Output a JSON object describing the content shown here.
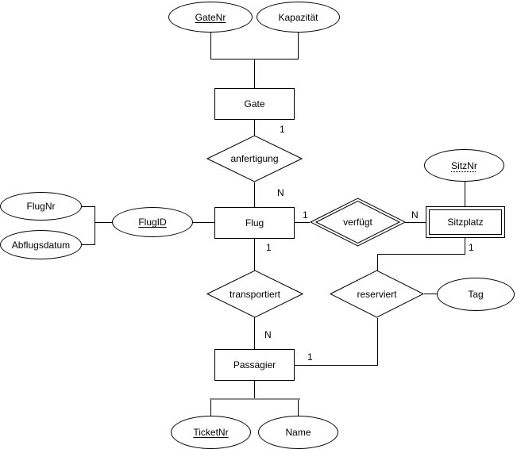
{
  "colors": {
    "stroke": "#000000",
    "background": "#ffffff",
    "gray_connector": "#8f8f8f"
  },
  "entities": {
    "gate": {
      "label": "Gate"
    },
    "flug": {
      "label": "Flug"
    },
    "sitzplatz": {
      "label": "Sitzplatz",
      "weak": true
    },
    "passagier": {
      "label": "Passagier"
    }
  },
  "relationships": {
    "anfertigung": {
      "label": "anfertigung"
    },
    "verfuegt": {
      "label": "verfügt",
      "identifying": true
    },
    "transportiert": {
      "label": "transportiert"
    },
    "reserviert": {
      "label": "reserviert"
    }
  },
  "attributes": {
    "gatenr": {
      "label": "GateNr",
      "key": "primary"
    },
    "kapazitaet": {
      "label": "Kapazität"
    },
    "flugnr": {
      "label": "FlugNr"
    },
    "abflugsdatum": {
      "label": "Abflugsdatum"
    },
    "flugid": {
      "label": "FlugID",
      "key": "primary"
    },
    "sitznr": {
      "label": "SitzNr",
      "key": "partial"
    },
    "tag": {
      "label": "Tag"
    },
    "ticketnr": {
      "label": "TicketNr",
      "key": "primary"
    },
    "name": {
      "label": "Name"
    }
  },
  "cardinalities": {
    "gate_anfertigung": "1",
    "anfertigung_flug": "N",
    "flug_verfuegt": "1",
    "verfuegt_sitzplatz": "N",
    "flug_transportiert": "1",
    "sitzplatz_reserviert": "1",
    "transportiert_passagier": "N",
    "passagier_reserviert": "1"
  }
}
